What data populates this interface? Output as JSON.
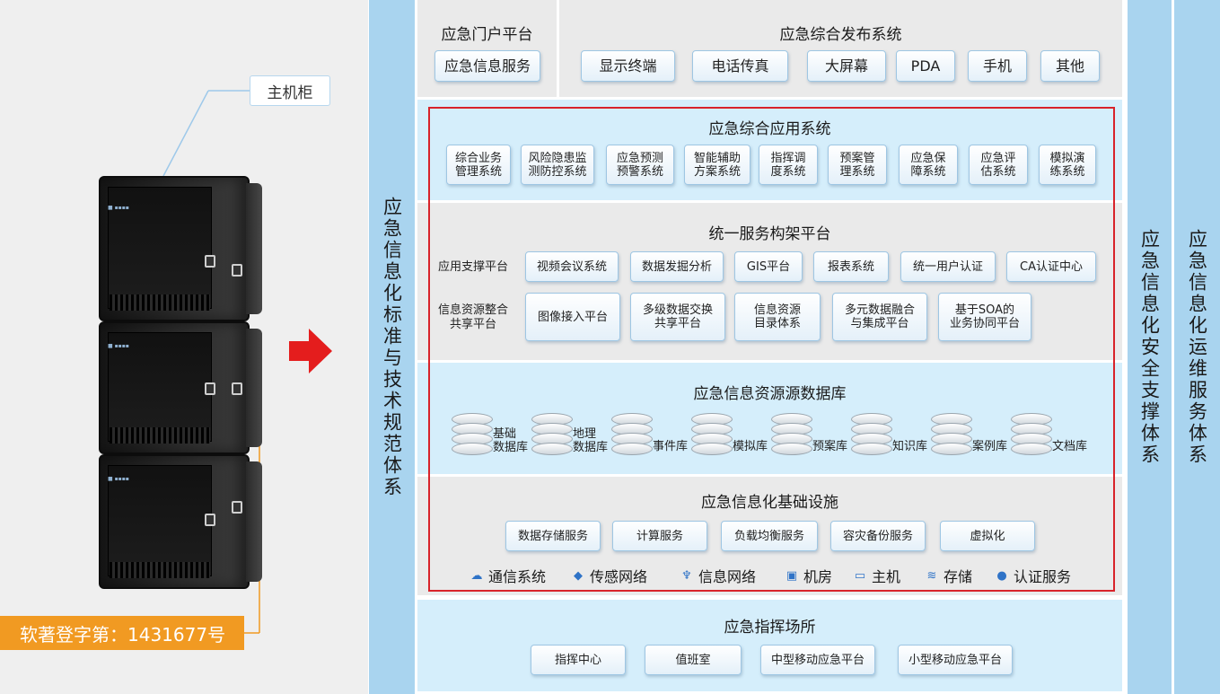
{
  "product": {
    "cabinet_label": "主机柜",
    "license": "软著登字第：1431677号"
  },
  "sides": {
    "left": "应急信息化标准与技术规范体系",
    "right1": "应急信息化安全支撑体系",
    "right2": "应急信息化运维服务体系"
  },
  "portal": {
    "title": "应急门户平台",
    "item": "应急信息服务"
  },
  "publish": {
    "title": "应急综合发布系统",
    "items": [
      "显示终端",
      "电话传真",
      "大屏幕",
      "PDA",
      "手机",
      "其他"
    ]
  },
  "apps": {
    "title": "应急综合应用系统",
    "items": [
      "综合业务\n管理系统",
      "风险隐患监\n测防控系统",
      "应急预测\n预警系统",
      "智能辅助\n方案系统",
      "指挥调\n度系统",
      "预案管\n理系统",
      "应急保\n障系统",
      "应急评\n估系统",
      "模拟演\n练系统"
    ]
  },
  "services": {
    "title": "统一服务构架平台",
    "row1_label": "应用支撑平台",
    "row1": [
      "视频会议系统",
      "数据发掘分析",
      "GIS平台",
      "报表系统",
      "统一用户认证",
      "CA认证中心"
    ],
    "row2_label": "信息资源整合\n共享平台",
    "row2": [
      "图像接入平台",
      "多级数据交换\n共享平台",
      "信息资源\n目录体系",
      "多元数据融合\n与集成平台",
      "基于SOA的\n业务协同平台"
    ]
  },
  "databases": {
    "title": "应急信息资源源数据库",
    "items": [
      "基础\n数据库",
      "地理\n数据库",
      "事件库",
      "模拟库",
      "预案库",
      "知识库",
      "案例库",
      "文档库"
    ]
  },
  "infra": {
    "title": "应急信息化基础设施",
    "items": [
      "数据存储服务",
      "计算服务",
      "负载均衡服务",
      "容灾备份服务",
      "虚拟化"
    ],
    "bottom": [
      {
        "icon": "cloud-icon",
        "label": "通信系统"
      },
      {
        "icon": "sensor-icon",
        "label": "传感网络"
      },
      {
        "icon": "antenna-icon",
        "label": "信息网络"
      },
      {
        "icon": "building-icon",
        "label": "机房"
      },
      {
        "icon": "monitor-icon",
        "label": "主机"
      },
      {
        "icon": "storage-icon",
        "label": "存储"
      },
      {
        "icon": "user-icon",
        "label": "认证服务"
      }
    ]
  },
  "command": {
    "title": "应急指挥场所",
    "items": [
      "指挥中心",
      "值班室",
      "中型移动应急平台",
      "小型移动应急平台"
    ]
  },
  "colors": {
    "accent_blue": "#a9d4ef",
    "frame_red": "#d8232a",
    "license_orange": "#f19a22"
  }
}
